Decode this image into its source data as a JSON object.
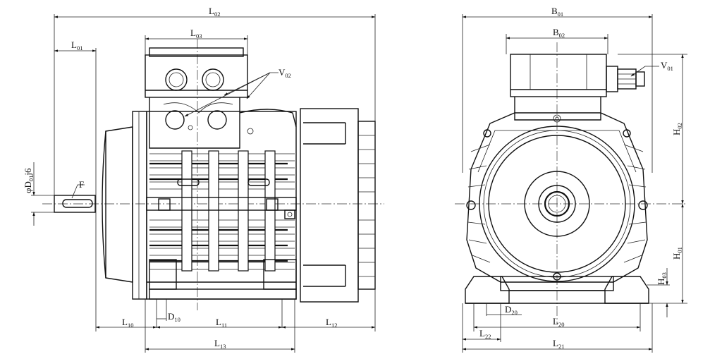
{
  "labels": {
    "l02": {
      "main": "L",
      "sub": "02"
    },
    "l01": {
      "main": "L",
      "sub": "01"
    },
    "l03": {
      "main": "L",
      "sub": "03"
    },
    "v02": {
      "main": "V",
      "sub": "02"
    },
    "d01": {
      "prefix": "φ",
      "main": "D",
      "sub": "01",
      "suffix": "j6"
    },
    "f": {
      "main": "F"
    },
    "l10": {
      "main": "L",
      "sub": "10"
    },
    "d10": {
      "main": "D",
      "sub": "10"
    },
    "l11": {
      "main": "L",
      "sub": "11"
    },
    "l12": {
      "main": "L",
      "sub": "12"
    },
    "l13": {
      "main": "L",
      "sub": "13"
    },
    "b01": {
      "main": "B",
      "sub": "01"
    },
    "b02": {
      "main": "B",
      "sub": "02"
    },
    "v01": {
      "main": "V",
      "sub": "01"
    },
    "h02": {
      "main": "H",
      "sub": "02"
    },
    "h01": {
      "main": "H",
      "sub": "01"
    },
    "h03": {
      "main": "H",
      "sub": "03"
    },
    "d20": {
      "main": "D",
      "sub": "20"
    },
    "l20": {
      "main": "L",
      "sub": "20"
    },
    "l22": {
      "main": "L",
      "sub": "22"
    },
    "l21": {
      "main": "L",
      "sub": "21"
    }
  }
}
